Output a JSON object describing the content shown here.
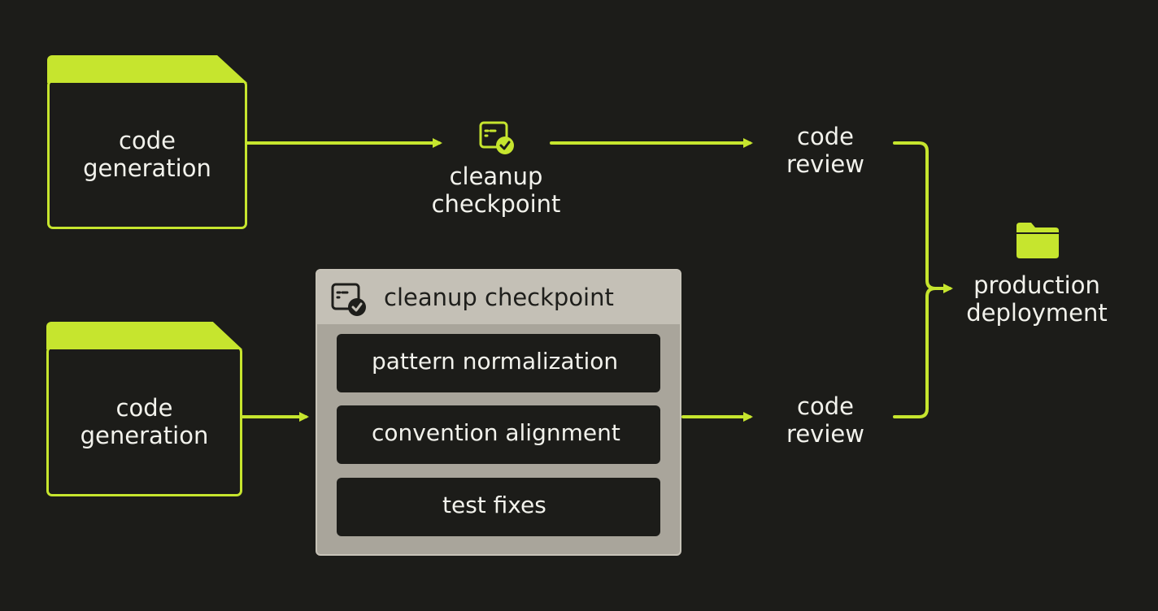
{
  "colors": {
    "background": "#1c1c19",
    "accent": "#c6e52e",
    "text": "#f2f2ec",
    "panel": "#a9a59b",
    "panel_header": "#c4c0b6"
  },
  "nodes": {
    "code_generation_top": {
      "line1": "code",
      "line2": "generation"
    },
    "cleanup_checkpoint_top": {
      "line1": "cleanup",
      "line2": "checkpoint",
      "icon": "checklist-check-icon"
    },
    "code_review_top": {
      "line1": "code",
      "line2": "review"
    },
    "code_generation_bottom": {
      "line1": "code",
      "line2": "generation"
    },
    "code_review_bottom": {
      "line1": "code",
      "line2": "review"
    },
    "production_deployment": {
      "line1": "production",
      "line2": "deployment",
      "icon": "folder-icon"
    }
  },
  "checkpoint_panel": {
    "title": "cleanup checkpoint",
    "icon": "checklist-check-icon",
    "steps": [
      {
        "label": "pattern normalization"
      },
      {
        "label": "convention alignment"
      },
      {
        "label": "test fixes"
      }
    ]
  }
}
